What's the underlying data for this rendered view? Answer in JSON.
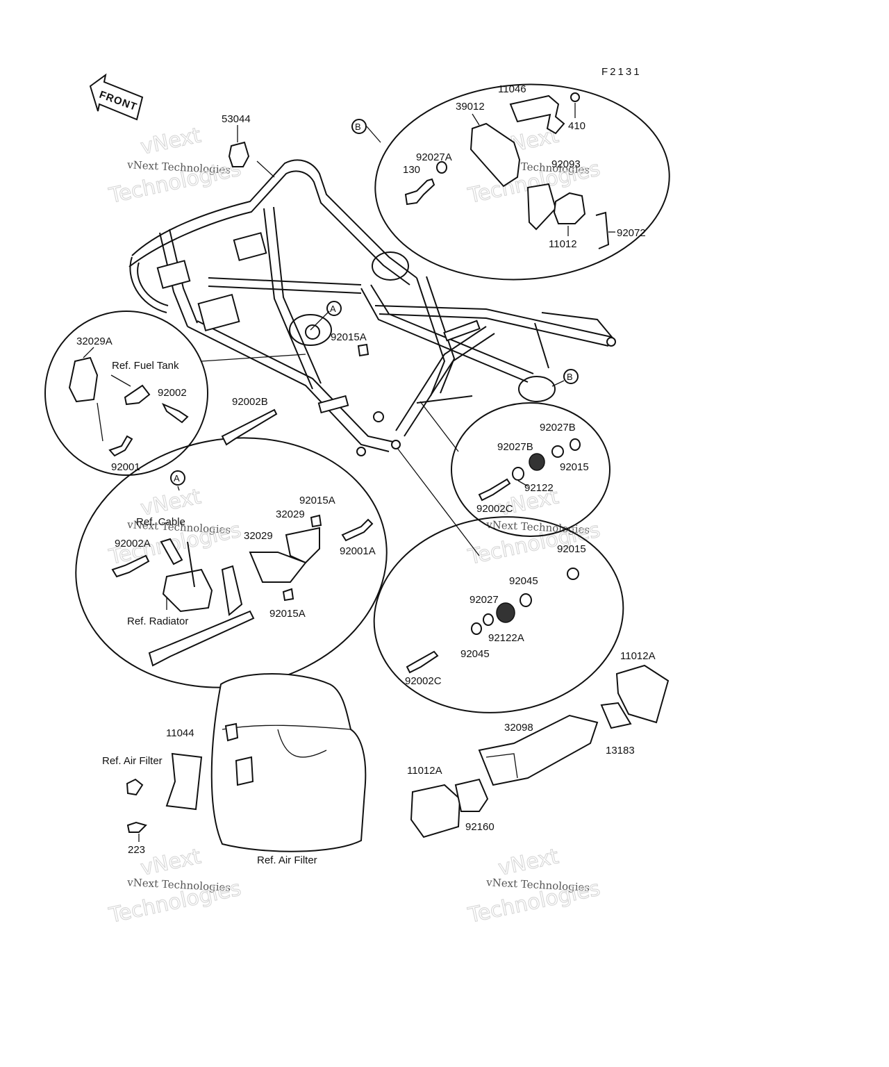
{
  "diagram_code": "F2131",
  "front_label": "FRONT",
  "watermarks": {
    "small": "vNext Technologies",
    "top": "vNext",
    "bottom": "Technologies"
  },
  "callouts": {
    "A": "A",
    "B": "B"
  },
  "labels": {
    "p53044": "53044",
    "p11046": "11046",
    "p39012": "39012",
    "p410": "410",
    "p92027A": "92027A",
    "p92093": "92093",
    "p130": "130",
    "p92072": "92072",
    "p11012": "11012",
    "p32029A": "32029A",
    "ref_fuel_tank": "Ref. Fuel Tank",
    "p92002": "92002",
    "p92001": "92001",
    "p92002B": "92002B",
    "p92015A_top": "92015A",
    "p92027B_a": "92027B",
    "p92027B_b": "92027B",
    "p92015_a": "92015",
    "p92122": "92122",
    "p92002C_a": "92002C",
    "p92015A_b": "92015A",
    "p32029_a": "32029",
    "p32029_b": "32029",
    "ref_cable": "Ref. Cable",
    "p92002A": "92002A",
    "p92001A": "92001A",
    "ref_radiator": "Ref. Radiator",
    "p92015A_c": "92015A",
    "p92015_b": "92015",
    "p92045_a": "92045",
    "p92027": "92027",
    "p92122A": "92122A",
    "p92045_b": "92045",
    "p92002C_b": "92002C",
    "p11012A_a": "11012A",
    "p32098": "32098",
    "p13183": "13183",
    "p11012A_b": "11012A",
    "p92160": "92160",
    "p11044": "11044",
    "ref_air_filter_a": "Ref. Air Filter",
    "p223": "223",
    "ref_air_filter_b": "Ref. Air Filter"
  },
  "colors": {
    "line": "#111111",
    "background": "#ffffff",
    "watermark": "#d6d6d6"
  }
}
